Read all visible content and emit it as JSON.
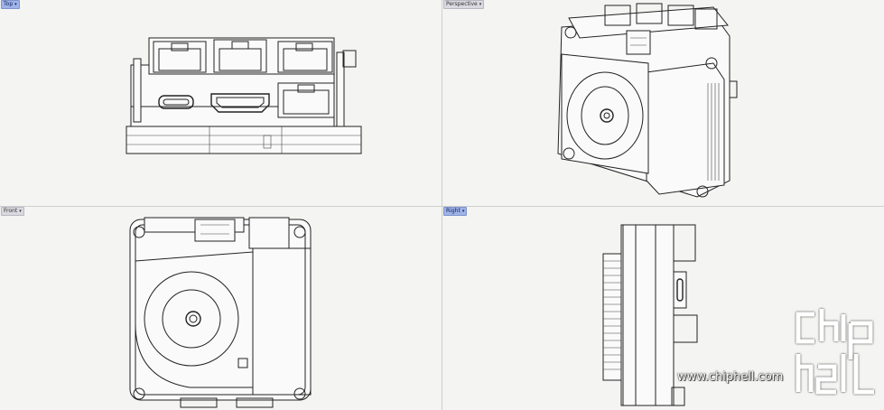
{
  "viewports": {
    "top": {
      "label": "Top"
    },
    "perspective": {
      "label": "Perspective"
    },
    "front": {
      "label": "Front"
    },
    "right": {
      "label": "Right"
    }
  },
  "watermark": {
    "url": "www.chiphell.com"
  },
  "colors": {
    "background": "#f4f4f2",
    "active_label": "#9fb3e8",
    "label": "#d9d9df",
    "line": "#222222"
  }
}
